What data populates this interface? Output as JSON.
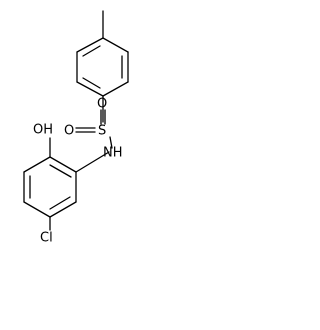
{
  "molecule": {
    "labels": {
      "oxygen_top": "O",
      "oxygen_left": "O",
      "sulfur": "S",
      "nitrogen": "NH",
      "hydroxyl": "OH",
      "chlorine": "Cl"
    }
  }
}
